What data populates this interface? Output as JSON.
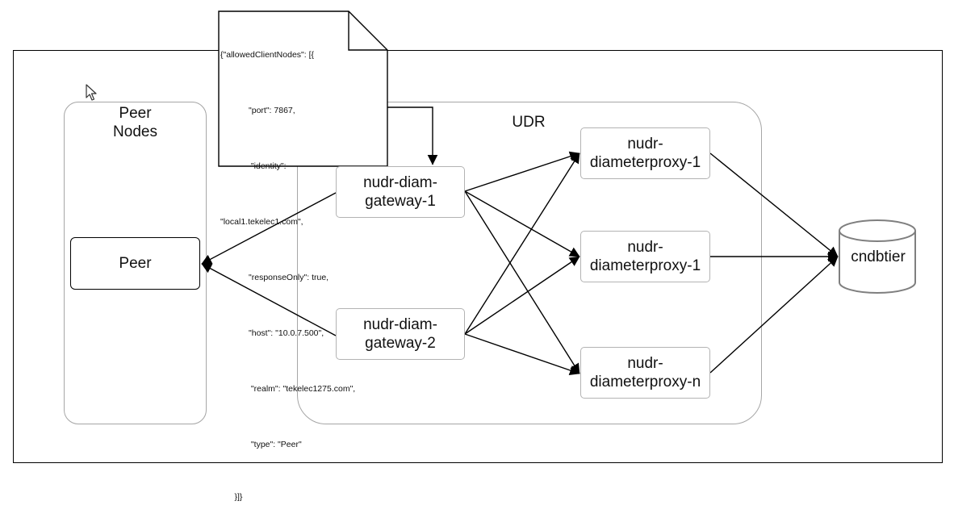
{
  "groups": {
    "peer_nodes": {
      "label": "Peer\nNodes"
    },
    "udr": {
      "label": "UDR"
    }
  },
  "nodes": {
    "peer": "Peer",
    "gateway_1": "nudr-diam-\ngateway-1",
    "gateway_2": "nudr-diam-\ngateway-2",
    "proxy_1a": "nudr-\ndiameterproxy-1",
    "proxy_1b": "nudr-\ndiameterproxy-1",
    "proxy_n": "nudr-\ndiameterproxy-n",
    "database": "cndbtier"
  },
  "config_note": {
    "lines": [
      "{\"allowedClientNodes\": [{",
      "            \"port\": 7867,",
      "             \"identity\":",
      "\"local1.tekelec1.com\",",
      "            \"responseOnly\": true,",
      "            \"host\": \"10.0.7.500\",",
      "             \"realm\": \"tekelec1275.com\",",
      "             \"type\": \"Peer\"",
      "      }]}"
    ]
  },
  "colors": {
    "line": "#000000",
    "box_border": "#b3b3b3",
    "group_border": "#a6a6a6",
    "database_border": "#7f7f7f"
  },
  "icons": [
    "mouse-pointer-icon",
    "document-note-icon",
    "database-cylinder-icon"
  ]
}
